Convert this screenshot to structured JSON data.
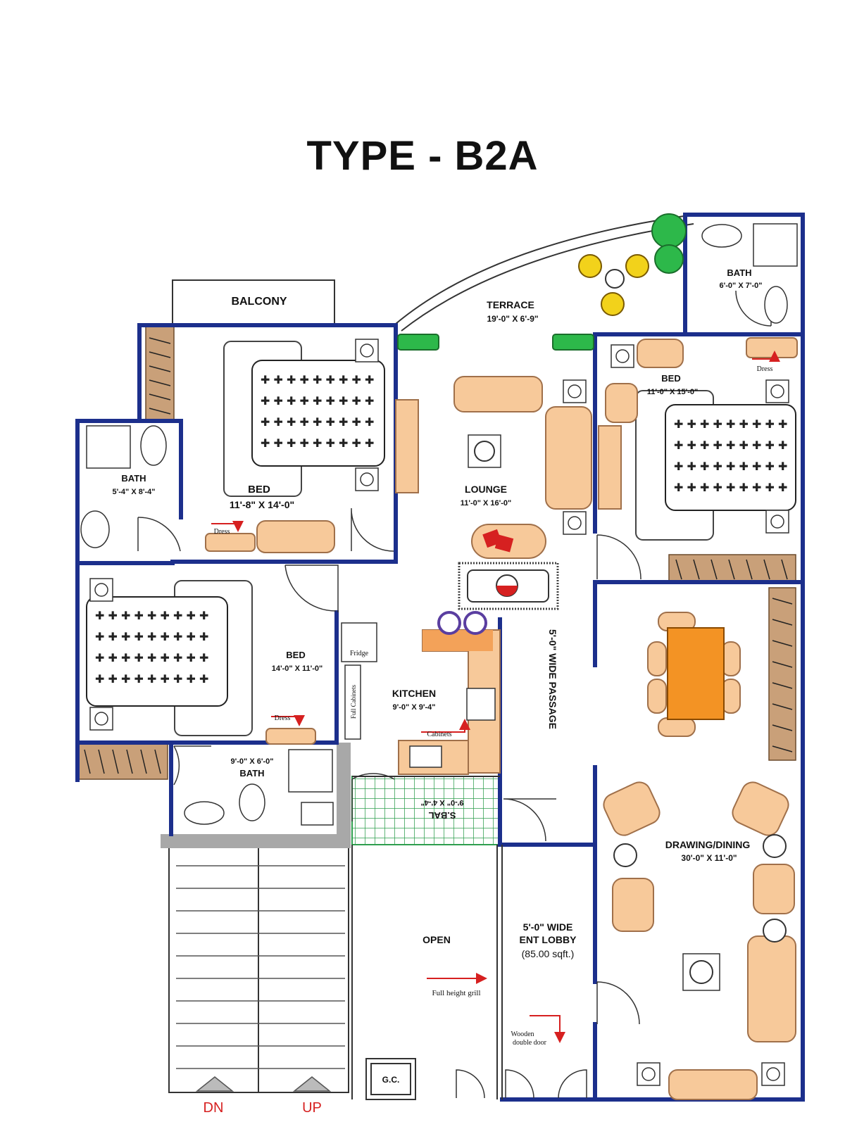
{
  "title": "TYPE - B2A",
  "rooms": {
    "balcony": {
      "name": "BALCONY"
    },
    "terrace": {
      "name": "TERRACE",
      "size": "19'-0\" X 6'-9\""
    },
    "bath_top_right": {
      "name": "BATH",
      "size": "6'-0\" X 7'-0\""
    },
    "bed_top_left": {
      "name": "BED",
      "size": "11'-8\" X 14'-0\""
    },
    "bath_left": {
      "name": "BATH",
      "size": "5'-4\" X 8'-4\""
    },
    "lounge": {
      "name": "LOUNGE",
      "size": "11'-0\" X 16'-0\""
    },
    "bed_right": {
      "name": "BED",
      "size": "11'-0\" X 15'-0\""
    },
    "bed_middle_left": {
      "name": "BED",
      "size": "14'-0\" X 11'-0\""
    },
    "kitchen": {
      "name": "KITCHEN",
      "size": "9'-0\" X 9'-4\""
    },
    "bath_bottom": {
      "name": "BATH",
      "size": "9'-0\" X 6'-0\""
    },
    "sbal": {
      "name": "S.BAL",
      "size": "9'-0\" X 4'-4\""
    },
    "passage": {
      "name": "5'-0\" WIDE PASSAGE"
    },
    "drawing_dining": {
      "name": "DRAWING/DINING",
      "size": "30'-0\" X 11'-0\""
    },
    "open": {
      "name": "OPEN"
    },
    "ent_lobby": {
      "line1": "5'-0\" WIDE",
      "line2": "ENT LOBBY",
      "area": "(85.00 sqft.)"
    }
  },
  "notes": {
    "dress": "Dress",
    "fridge": "Fridge",
    "full_cabinets": "Full Cabinets",
    "cabinets": "Cabinets",
    "full_height_grill": "Full height grill",
    "wooden_door_line1": "Wooden",
    "wooden_door_line2": "double door",
    "gc": "G.C."
  },
  "stairs": {
    "down": "DN",
    "up": "UP"
  },
  "colors": {
    "wall": "#1c2f8c",
    "furniture": "#f7c99a",
    "furniture_stroke": "#a0704a",
    "wardrobe": "#c9a079",
    "planter": "#2db84a",
    "dining_table": "#f39324",
    "counter": "#f3a259",
    "sbal_grid": "#2e9e4e",
    "gray_wall": "#a8a8a8",
    "arrow": "#d62020",
    "chair_yellow": "#f2d21b"
  }
}
